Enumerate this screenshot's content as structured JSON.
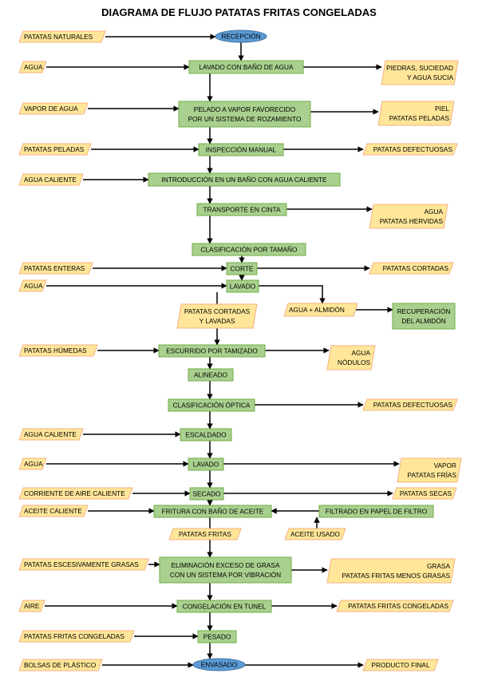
{
  "title": "DIAGRAMA DE FLUJO PATATAS FRITAS CONGELADAS",
  "colors": {
    "process_fill": "#a9d08e",
    "process_border": "#70ad47",
    "io_fill": "#ffe699",
    "io_border": "#f4b183",
    "terminal_fill": "#5b9bd5",
    "line": "#000000"
  },
  "nodes": {
    "recepcion": [
      "RECEPCIÓN"
    ],
    "lavado1": [
      "LAVADO CON BAÑO DE AGUA"
    ],
    "pelado": [
      "PELADO A VAPOR FAVORECIDO",
      "POR UN SISTEMA DE ROZAMIENTO"
    ],
    "inspeccion": [
      "INSPECCIÓN MANUAL"
    ],
    "introduccion": [
      "INTRODUCCIÓN  EN UN BAÑO CON AGUA CALIENTE"
    ],
    "transporte": [
      "TRANSPORTE EN CINTA"
    ],
    "clasif_tam": [
      "CLASIFICACIÓN POR TAMAÑO"
    ],
    "corte": [
      "CORTE"
    ],
    "lavado2": [
      "LAVADO"
    ],
    "escurrido": [
      "ESCURRIDO POR TAMIZADO"
    ],
    "alineado": [
      "ALINEADO"
    ],
    "clasif_opt": [
      "CLASIFICACIÓN ÓPTICA"
    ],
    "escaldado": [
      "ESCALDADO"
    ],
    "lavado3": [
      "LAVADO"
    ],
    "secado": [
      "SECADO"
    ],
    "fritura": [
      "FRITURA CON BAÑO DE ACEITE"
    ],
    "filtrado": [
      "FILTRADO EN PAPEL DE FILTRO"
    ],
    "eliminacion": [
      "ELIMINACIÓN EXCESO DE GRASA",
      "CON UN SISTEMA POR VIBRACIÓN"
    ],
    "congelacion": [
      "CONGELACIÓN EN TUNEL"
    ],
    "pesado": [
      "PESADO"
    ],
    "envasado": [
      "ENVASADO"
    ],
    "recuperacion": [
      "RECUPERACIÓN",
      "DEL ALMIDÓN"
    ],
    "in_patatas_naturales": [
      "PATATAS NATURALES"
    ],
    "in_agua1": [
      "AGUA"
    ],
    "out_piedras": [
      "PIEDRAS, SUCIEDAD",
      "Y AGUA SUCIA"
    ],
    "in_vapor": [
      "VAPOR DE AGUA"
    ],
    "out_piel": [
      "PIEL",
      "PATATAS PELADAS"
    ],
    "in_patatas_peladas": [
      "PATATAS PELADAS"
    ],
    "out_defectuosas1": [
      "PATATAS DEFECTUOSAS"
    ],
    "in_agua_caliente1": [
      "AGUA CALIENTE"
    ],
    "out_agua_hervidas": [
      "AGUA",
      "PATATAS HERVIDAS"
    ],
    "in_patatas_enteras": [
      "PATATAS ENTERAS"
    ],
    "out_patatas_cortadas": [
      "PATATAS CORTADAS"
    ],
    "in_agua2": [
      "AGUA"
    ],
    "out_agua_almidon": [
      "AGUA + ALMIDÓN"
    ],
    "mid_cortadas_lavadas": [
      "PATATAS CORTADAS",
      "Y LAVADAS"
    ],
    "in_patatas_humedas": [
      "PATATAS HÚMEDAS"
    ],
    "out_agua_nodulos": [
      "AGUA",
      "NÓDULOS"
    ],
    "out_defectuosas2": [
      "PATATAS DEFECTUOSAS"
    ],
    "in_agua_caliente2": [
      "AGUA CALIENTE"
    ],
    "in_agua3": [
      "AGUA"
    ],
    "out_vapor_frias": [
      "VAPOR",
      "PATATAS FRÍAS"
    ],
    "in_corriente": [
      "CORRIENTE DE AIRE CALIENTE"
    ],
    "out_patatas_secas": [
      "PATATAS SECAS"
    ],
    "in_aceite_caliente": [
      "ACEITE CALIENTE"
    ],
    "mid_patatas_fritas": [
      "PATATAS FRITAS"
    ],
    "in_aceite_usado": [
      "ACEITE USADO"
    ],
    "in_escesivamente": [
      "PATATAS ESCESIVAMENTE GRASAS"
    ],
    "out_grasa": [
      "GRASA",
      "PATATAS FRITAS MENOS GRASAS"
    ],
    "in_aire": [
      "AIRE"
    ],
    "out_fritas_congeladas": [
      "PATATAS FRITAS CONGELADAS"
    ],
    "in_fritas_congeladas": [
      "PATATAS FRITAS CONGELADAS"
    ],
    "in_bolsas": [
      "BOLSAS DE PLÁSTICO"
    ],
    "out_producto": [
      "PRODUCTO FINAL"
    ]
  }
}
